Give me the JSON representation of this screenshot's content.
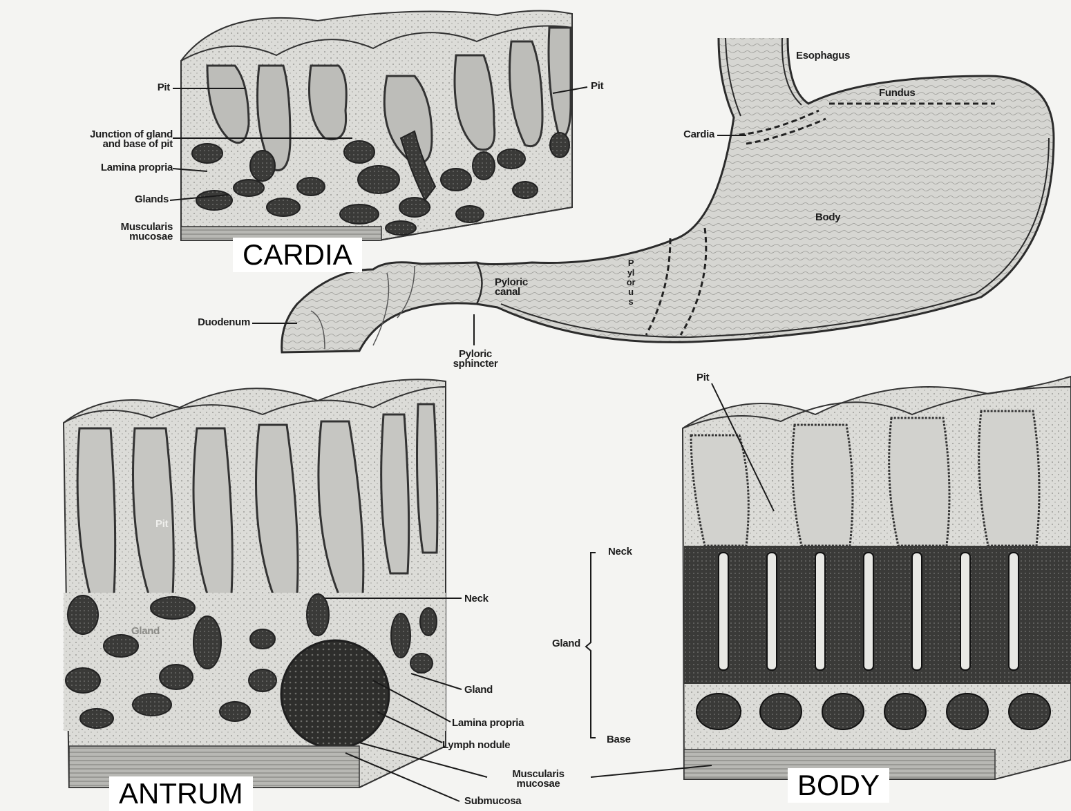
{
  "panels": {
    "cardia": "CARDIA",
    "antrum": "ANTRUM",
    "body": "BODY"
  },
  "cardia_labels": {
    "pit_left": "Pit",
    "pit_right": "Pit",
    "junction": "Junction of gland\nand base of pit",
    "lamina_propria": "Lamina propria",
    "glands": "Glands",
    "muscularis_mucosae": "Muscularis\nmucosae"
  },
  "stomach_labels": {
    "esophagus": "Esophagus",
    "fundus": "Fundus",
    "cardia": "Cardia",
    "body": "Body",
    "pyloric_canal": "Pyloric\ncanal",
    "pylorus": "Pylorus",
    "duodenum": "Duodenum",
    "pyloric_sphincter": "Pyloric\nsphincter"
  },
  "antrum_labels": {
    "pit": "Pit",
    "gland_inner": "Gland",
    "neck": "Neck",
    "gland": "Gland",
    "lamina_propria": "Lamina propria",
    "lymph_nodule": "Lymph nodule",
    "muscularis_mucosae": "Muscularis\nmucosae",
    "submucosa": "Submucosa"
  },
  "body_labels": {
    "pit": "Pit",
    "neck": "Neck",
    "gland": "Gland",
    "base": "Base"
  }
}
